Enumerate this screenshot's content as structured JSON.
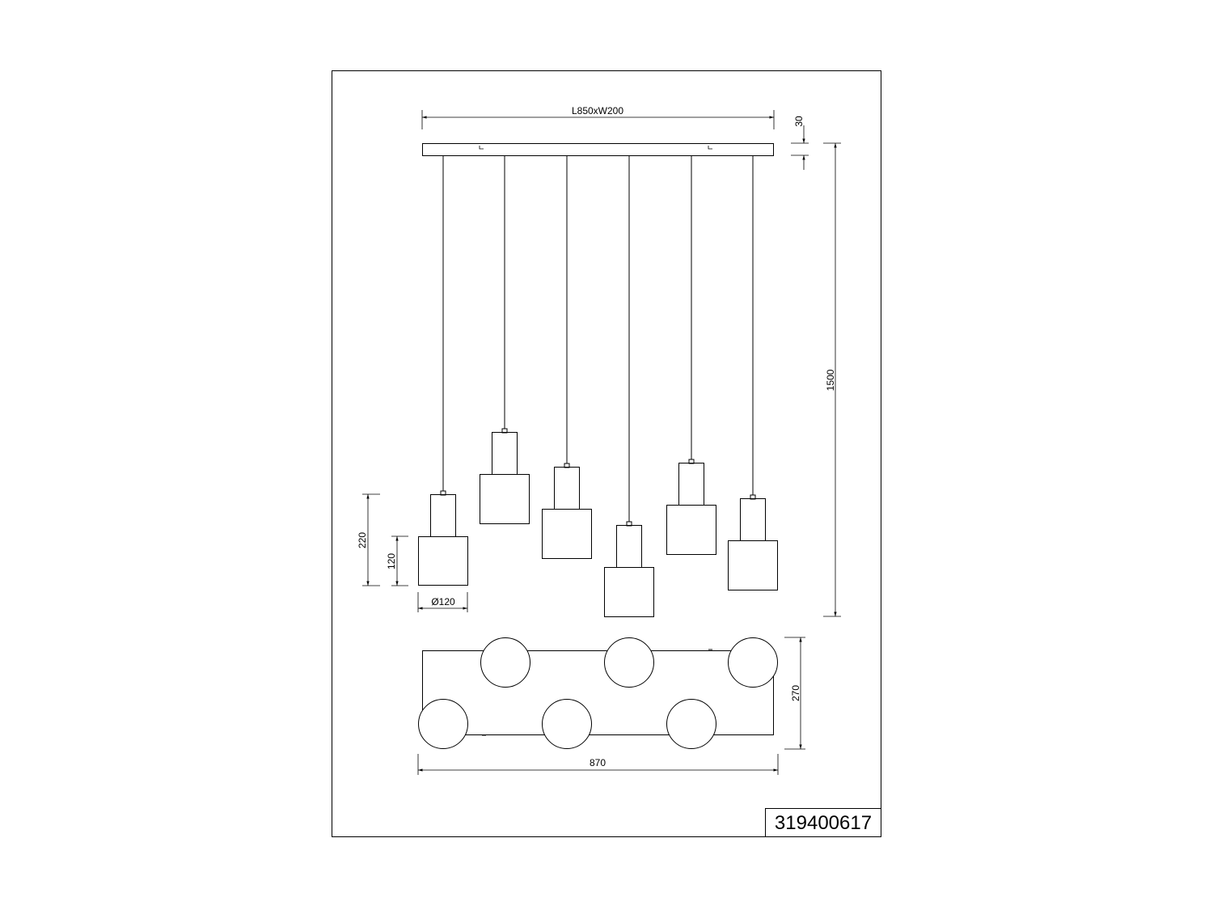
{
  "dimensions": {
    "canopy_size": "L850xW200",
    "canopy_height": "30",
    "total_height": "1500",
    "shade_height_total": "220",
    "shade_height": "120",
    "shade_diameter": "Ø120",
    "top_view_depth": "270",
    "top_view_width": "870"
  },
  "article_number": "319400617"
}
